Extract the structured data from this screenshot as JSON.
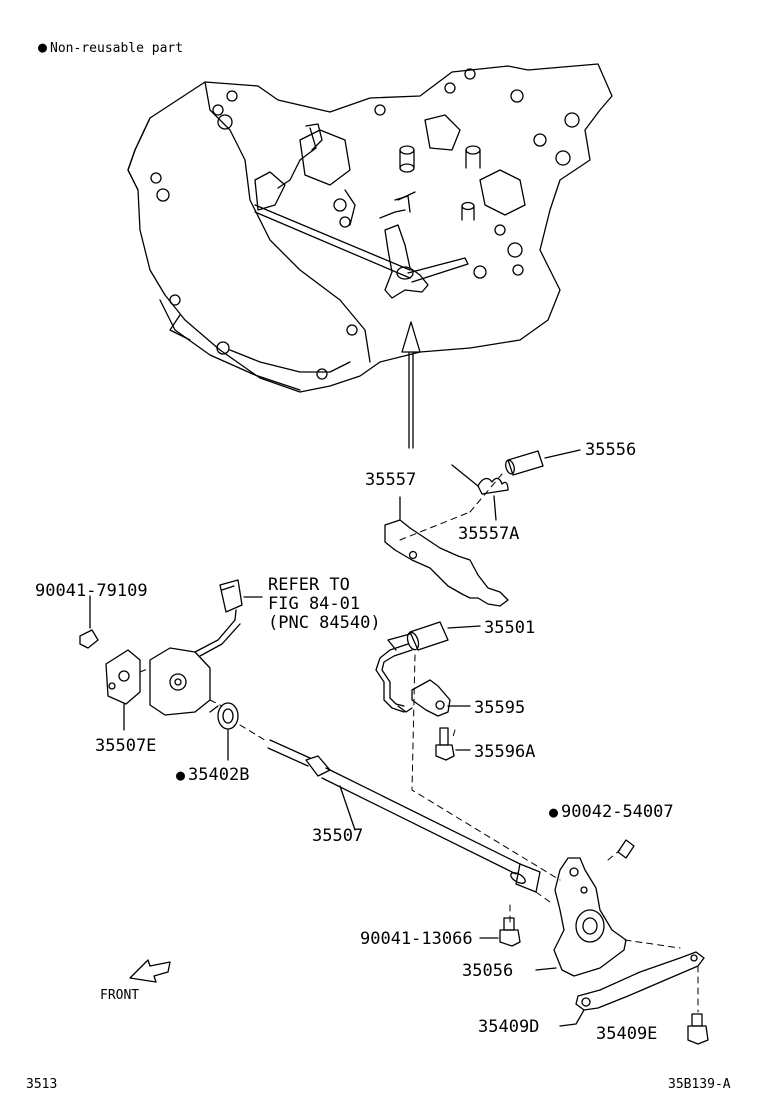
{
  "legend": {
    "bullet_text": "Non-reusable part"
  },
  "callouts": {
    "p35556": "35556",
    "p35557": "35557",
    "p35557a": "35557A",
    "p90041_79109": "90041-79109",
    "refer_line1": "REFER TO",
    "refer_line2": "FIG 84-01",
    "refer_line3": "(PNC 84540)",
    "p35501": "35501",
    "p35595": "35595",
    "p35596a": "35596A",
    "p35507e": "35507E",
    "p35402b": "35402B",
    "p90042_54007": "90042-54007",
    "p35507": "35507",
    "p90041_13066": "90041-13066",
    "p35056": "35056",
    "p35409d": "35409D",
    "p35409e": "35409E"
  },
  "front_label": "FRONT",
  "footer": {
    "left_code": "3513",
    "right_code": "35B139-A"
  },
  "style": {
    "ink": "#000000",
    "paper": "#ffffff"
  }
}
